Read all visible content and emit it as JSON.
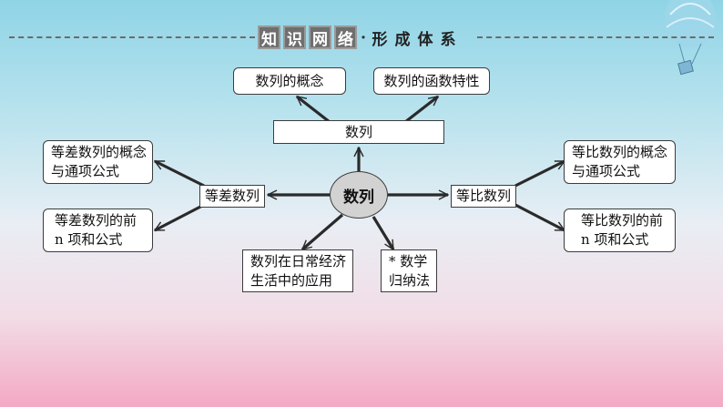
{
  "title": {
    "boxed_chars": [
      "知",
      "识",
      "网",
      "络"
    ],
    "separator": "·",
    "plain_chars": [
      "形",
      "成",
      "体",
      "系"
    ]
  },
  "center": {
    "label": "数列"
  },
  "top_bar": {
    "label": "数列"
  },
  "top_left": {
    "label": "数列的概念"
  },
  "top_right": {
    "label": "数列的函数特性"
  },
  "arith": {
    "label": "等差数列",
    "concept_line1": "等差数列的概念",
    "concept_line2": "与通项公式",
    "sum_line1": "等差数列的前",
    "sum_line2": "n 项和公式"
  },
  "geo": {
    "label": "等比数列",
    "concept_line1": "等比数列的概念",
    "concept_line2": "与通项公式",
    "sum_line1": "等比数列的前",
    "sum_line2": "n 项和公式"
  },
  "application": {
    "line1": "数列在日常经济",
    "line2": "生活中的应用"
  },
  "induction": {
    "line1": "* 数学",
    "line2": "归纳法"
  }
}
